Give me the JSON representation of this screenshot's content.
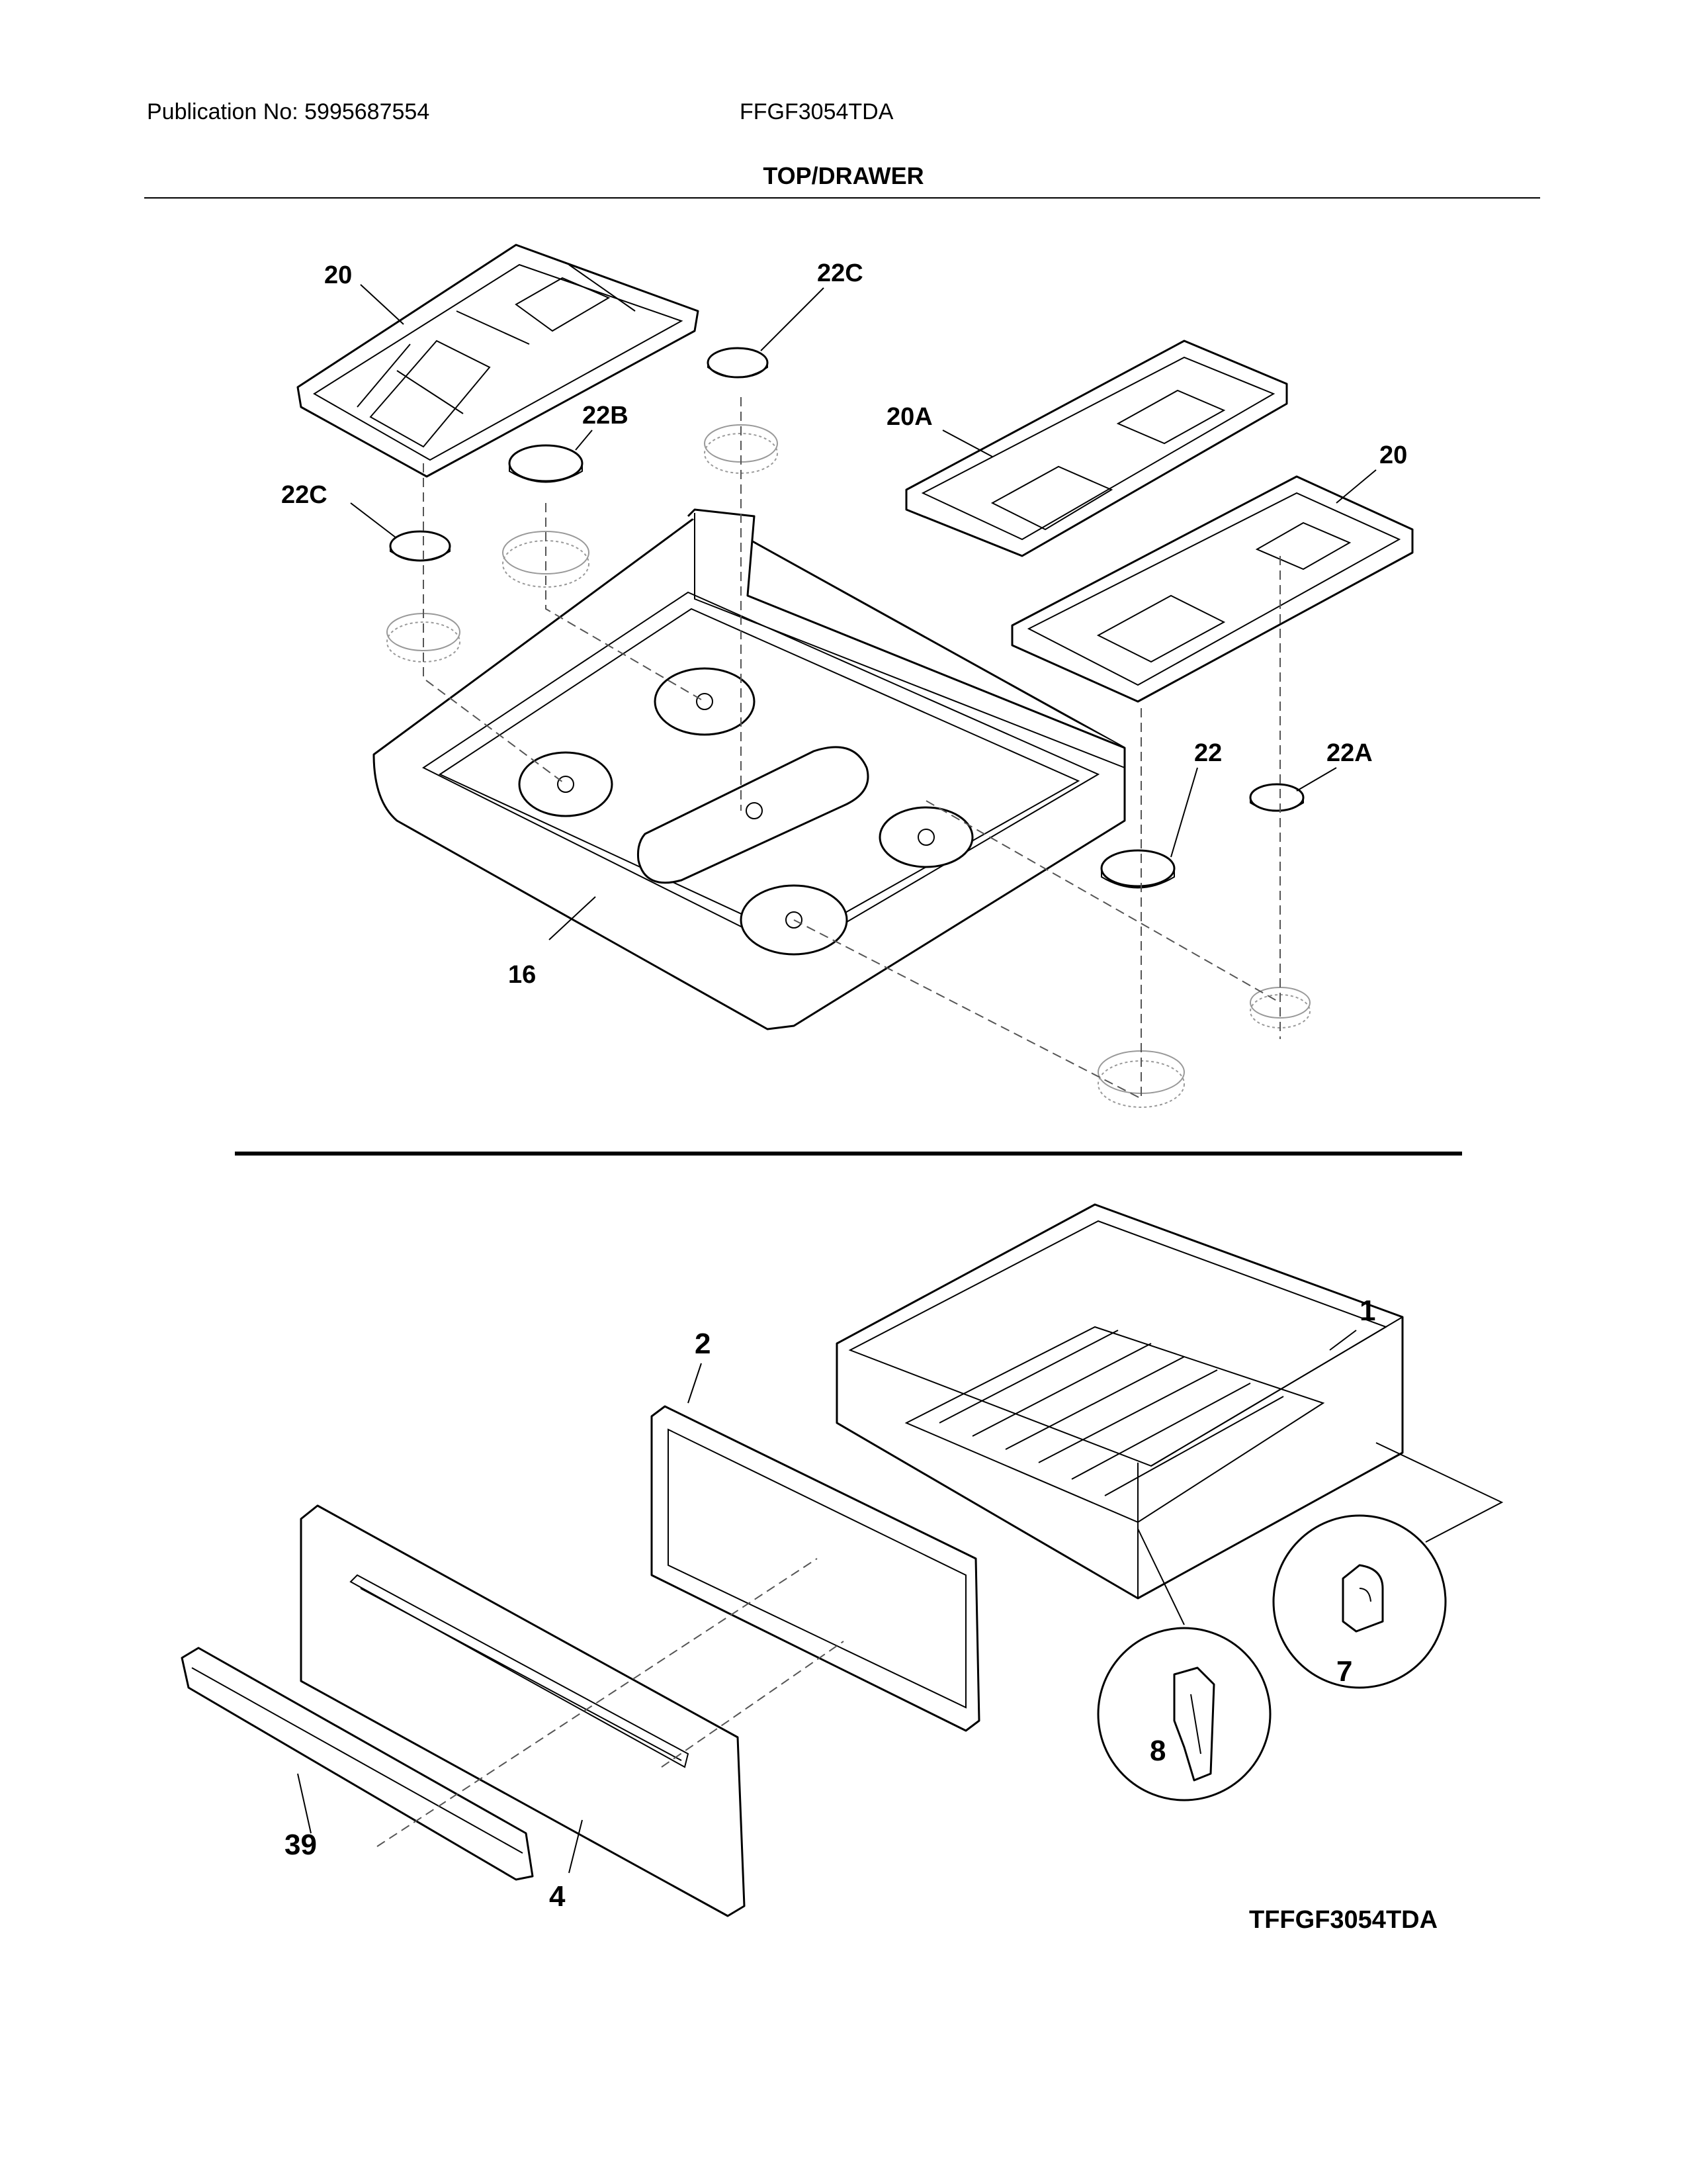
{
  "header": {
    "publication": "Publication No: 5995687554",
    "model": "FFGF3054TDA",
    "section_title": "TOP/DRAWER"
  },
  "callouts": {
    "c20_left": "20",
    "c22C_top": "22C",
    "c22B": "22B",
    "c22C_left": "22C",
    "c20A": "20A",
    "c20_right": "20",
    "c22": "22",
    "c22A": "22A",
    "c16": "16",
    "c1": "1",
    "c2": "2",
    "c7": "7",
    "c8": "8",
    "c39": "39",
    "c4": "4"
  },
  "diagram_code": "TFFGF3054TDA"
}
